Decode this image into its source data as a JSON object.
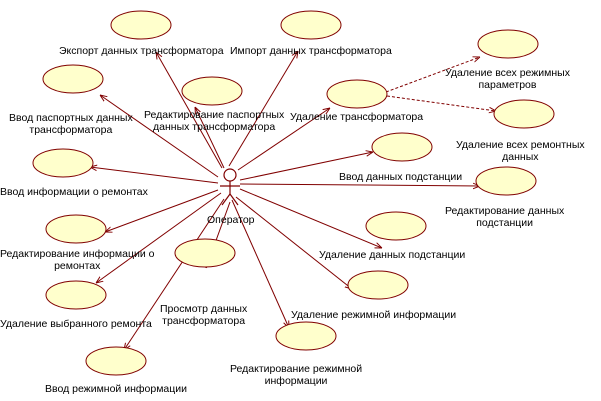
{
  "actor": {
    "name": "Оператор"
  },
  "use_cases": [
    {
      "id": "uc-export",
      "lines": [
        "Экспорт данных трансформатора"
      ]
    },
    {
      "id": "uc-import",
      "lines": [
        "Импорт данных трансформатора"
      ]
    },
    {
      "id": "uc-passport-input",
      "lines": [
        "Ввод паспортных данных",
        "трансформатора"
      ]
    },
    {
      "id": "uc-passport-edit",
      "lines": [
        "Редактирование паспортных",
        "данных трансформатора"
      ]
    },
    {
      "id": "uc-transformer-delete",
      "lines": [
        "Удаление трансформатора"
      ]
    },
    {
      "id": "uc-delete-all-modes",
      "lines": [
        "Удаление всех режимных",
        "параметров"
      ]
    },
    {
      "id": "uc-delete-all-repairs",
      "lines": [
        "Удаление всех ремонтных",
        "данных"
      ]
    },
    {
      "id": "uc-repair-input",
      "lines": [
        "Ввод информации о ремонтах"
      ]
    },
    {
      "id": "uc-substation-input",
      "lines": [
        "Ввод данных подстанции"
      ]
    },
    {
      "id": "uc-substation-edit",
      "lines": [
        "Редактирование данных",
        "подстанции"
      ]
    },
    {
      "id": "uc-repair-edit",
      "lines": [
        "Редактирование информации о",
        "ремонтах"
      ]
    },
    {
      "id": "uc-substation-delete",
      "lines": [
        "Удаление данных подстанции"
      ]
    },
    {
      "id": "uc-repair-delete",
      "lines": [
        "Удаление выбранного ремонта"
      ]
    },
    {
      "id": "uc-transformer-view",
      "lines": [
        "Просмотр данных",
        "трансформатора"
      ]
    },
    {
      "id": "uc-mode-delete",
      "lines": [
        "Удаление режимной информации"
      ]
    },
    {
      "id": "uc-mode-edit",
      "lines": [
        "Редактирование режимной",
        "информации"
      ]
    },
    {
      "id": "uc-mode-input",
      "lines": [
        "Ввод режимной информации"
      ]
    }
  ],
  "colors": {
    "ellipse_fill": "#ffffcc",
    "ellipse_stroke": "#800000",
    "line": "#800000",
    "actor": "#800000"
  }
}
